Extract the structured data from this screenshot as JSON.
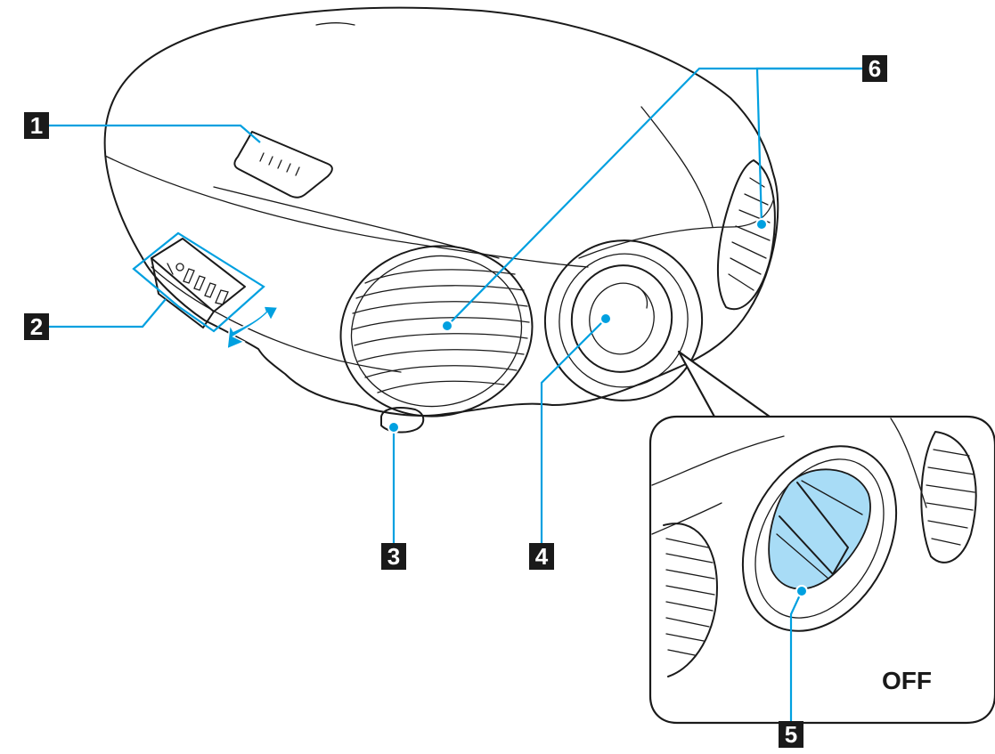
{
  "callouts": [
    {
      "id": "1",
      "label": "1"
    },
    {
      "id": "2",
      "label": "2"
    },
    {
      "id": "3",
      "label": "3"
    },
    {
      "id": "4",
      "label": "4"
    },
    {
      "id": "5",
      "label": "5"
    },
    {
      "id": "6",
      "label": "6"
    }
  ],
  "inset": {
    "state_label": "OFF"
  },
  "colors": {
    "leader": "#00a0e0",
    "outline": "#1a1a1a",
    "shutter": "#a8dcf6"
  }
}
